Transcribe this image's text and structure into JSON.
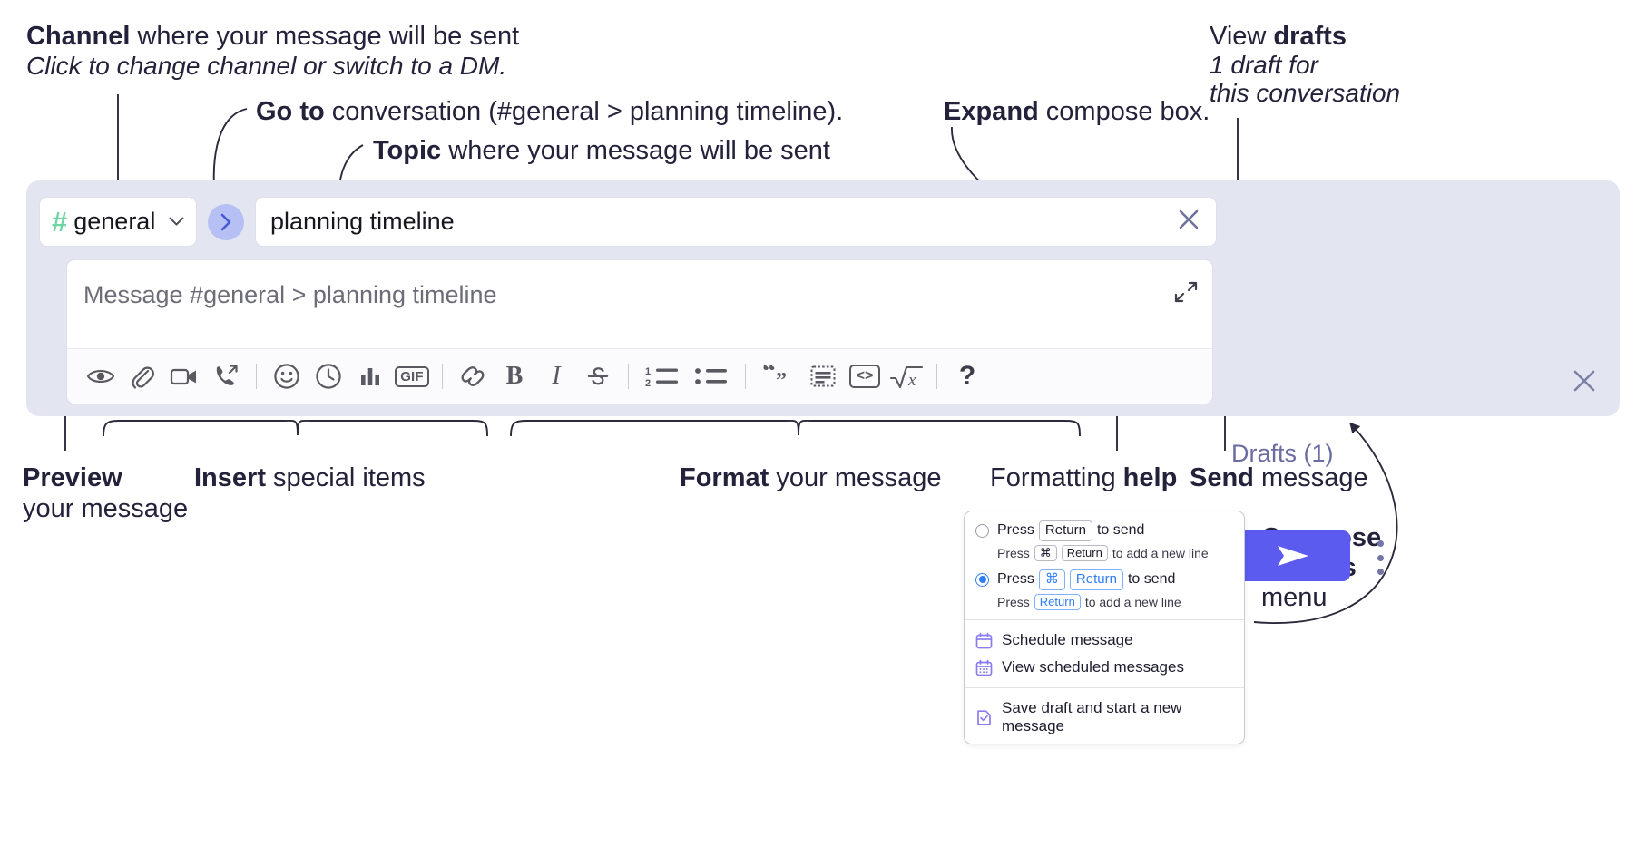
{
  "annotations": {
    "channel_title_bold": "Channel",
    "channel_title_rest": " where your message will be sent",
    "channel_sub": "Click to change channel or switch to a DM.",
    "goto_bold": "Go to",
    "goto_rest": " conversation (#general > planning timeline).",
    "topic_bold": "Topic",
    "topic_rest": " where your message will be sent",
    "expand_bold": "Expand",
    "expand_rest": " compose box.",
    "drafts_bold_pre": "View ",
    "drafts_bold": "drafts",
    "drafts_sub_line1": "1 draft for",
    "drafts_sub_line2": "this conversation",
    "preview_bold": "Preview",
    "preview_line2": "your message",
    "insert_bold": "Insert",
    "insert_rest": " special items",
    "format_bold": "Format",
    "format_rest": " your message",
    "help_pre": "Formatting ",
    "help_bold": "help",
    "send_bold": "Send",
    "send_rest": " message",
    "compose_options_line1": "Compose",
    "compose_options_line2": "options",
    "compose_options_line3": "menu"
  },
  "composer": {
    "channel": {
      "hash": "#",
      "name": "general",
      "chevron": "⌄"
    },
    "goto_button": "›",
    "topic": {
      "value": "planning timeline",
      "clear": "✕"
    },
    "message": {
      "placeholder": "Message #general > planning timeline"
    },
    "close": "✕",
    "drafts_label": "Drafts (1)",
    "toolbar": [
      {
        "name": "preview-icon",
        "label": "Preview"
      },
      {
        "name": "attachment-icon",
        "label": "Attach file"
      },
      {
        "name": "video-icon",
        "label": "Record video clip"
      },
      {
        "name": "audio-call-icon",
        "label": "Record audio clip"
      },
      {
        "name": "separator",
        "label": ""
      },
      {
        "name": "emoji-icon",
        "label": "Emoji"
      },
      {
        "name": "clock-icon",
        "label": "Reminder"
      },
      {
        "name": "poll-icon",
        "label": "Poll"
      },
      {
        "name": "gif-icon",
        "label": "GIF"
      },
      {
        "name": "separator",
        "label": ""
      },
      {
        "name": "link-icon",
        "label": "Link"
      },
      {
        "name": "bold-icon",
        "label": "B"
      },
      {
        "name": "italic-icon",
        "label": "I"
      },
      {
        "name": "strikethrough-icon",
        "label": "S"
      },
      {
        "name": "separator",
        "label": ""
      },
      {
        "name": "ordered-list-icon",
        "label": "Ordered list"
      },
      {
        "name": "bullet-list-icon",
        "label": "Bulleted list"
      },
      {
        "name": "separator",
        "label": ""
      },
      {
        "name": "blockquote-icon",
        "label": "Blockquote"
      },
      {
        "name": "code-block-icon",
        "label": "Code block"
      },
      {
        "name": "inline-code-icon",
        "label": "Code"
      },
      {
        "name": "math-icon",
        "label": "Math"
      },
      {
        "name": "separator",
        "label": ""
      },
      {
        "name": "help-icon",
        "label": "?"
      }
    ]
  },
  "compose_menu": {
    "options": [
      {
        "selected": false,
        "press": "Press",
        "keys": [
          "Return"
        ],
        "action": "to send",
        "sub_press": "Press",
        "sub_keys": [
          "⌘",
          "Return"
        ],
        "sub_action": "to add a new line"
      },
      {
        "selected": true,
        "press": "Press",
        "keys": [
          "⌘",
          "Return"
        ],
        "action": "to send",
        "sub_press": "Press",
        "sub_keys": [
          "Return"
        ],
        "sub_action": "to add a new line"
      }
    ],
    "items": [
      {
        "icon": "calendar-icon",
        "label": "Schedule message"
      },
      {
        "icon": "calendar-grid-icon",
        "label": "View scheduled messages"
      },
      {
        "icon": "save-draft-icon",
        "label": "Save draft and start a new message"
      }
    ]
  },
  "colors": {
    "composer_bg": "#e3e5f1",
    "send_button": "#5b5bf6",
    "channel_hash": "#6fd6a3",
    "goto_circle": "#b6c0f5",
    "drafts_text": "#6b6da2",
    "radio_selected": "#2f7df6",
    "menu_icon": "#8b7cf0"
  }
}
